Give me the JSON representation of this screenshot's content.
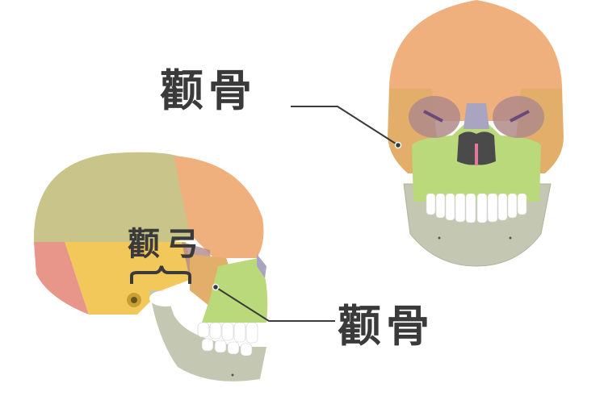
{
  "labels": {
    "front_view_label": "颧骨",
    "arch_label": "颧弓",
    "side_view_label": "颧骨"
  },
  "colors": {
    "frontal_bone": "#f0b07e",
    "parietal_bone": "#c9c48a",
    "temporal_bone": "#f2c85a",
    "occipital_bone": "#e9968a",
    "zygomatic_bone": "#e2ae6a",
    "maxilla": "#b9d97a",
    "mandible": "#c4c8b2",
    "nasal_bone": "#a9a4c0",
    "orbit": "#b08a8a",
    "teeth": "#ffffff",
    "text": "#3a3a3a",
    "leader_line": "#3a3a3a"
  },
  "figures": {
    "front_skull": "frontal-view-skull",
    "side_skull": "lateral-view-skull"
  }
}
